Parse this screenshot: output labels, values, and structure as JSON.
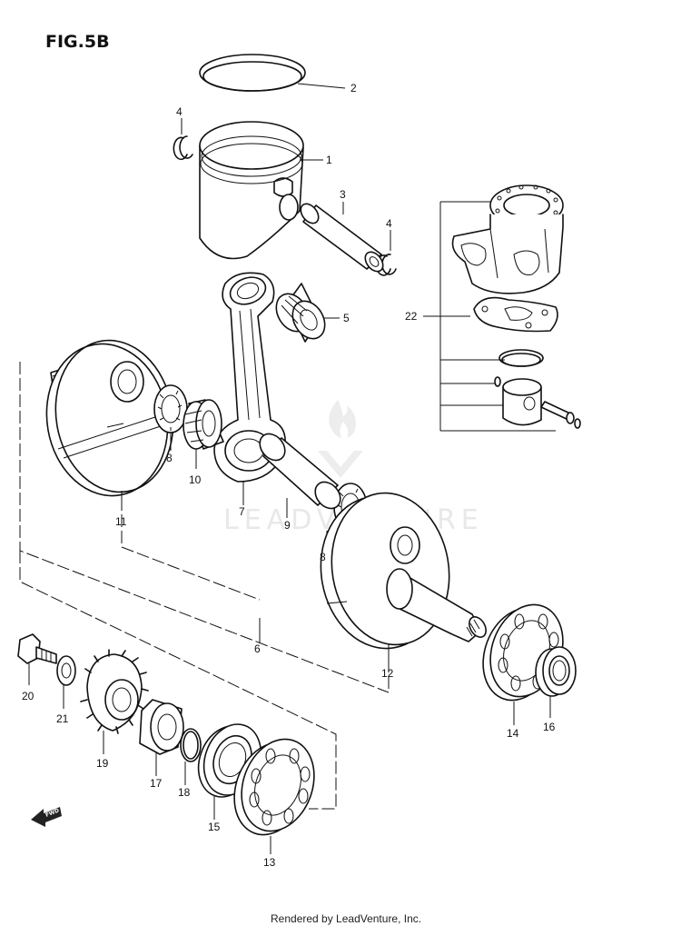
{
  "figure": {
    "title": "FIG.5B",
    "footer": "Rendered by LeadVenture, Inc.",
    "watermark": "LEADVENTURE"
  },
  "callouts": [
    {
      "id": "piston",
      "label": "1"
    },
    {
      "id": "piston-ring",
      "label": "2"
    },
    {
      "id": "piston-pin",
      "label": "3"
    },
    {
      "id": "circlip-left",
      "label": "4"
    },
    {
      "id": "circlip-right",
      "label": "4"
    },
    {
      "id": "needle-bearing-small",
      "label": "5"
    },
    {
      "id": "crankshaft-assembly",
      "label": "6"
    },
    {
      "id": "connecting-rod",
      "label": "7"
    },
    {
      "id": "thrust-washer-left",
      "label": "8"
    },
    {
      "id": "thrust-washer-right",
      "label": "8"
    },
    {
      "id": "crank-pin",
      "label": "9"
    },
    {
      "id": "needle-bearing-big",
      "label": "10"
    },
    {
      "id": "crank-web-left",
      "label": "11"
    },
    {
      "id": "crank-web-right",
      "label": "12"
    },
    {
      "id": "bearing-left",
      "label": "13"
    },
    {
      "id": "bearing-right",
      "label": "14"
    },
    {
      "id": "oil-seal-left",
      "label": "15"
    },
    {
      "id": "oil-seal-right",
      "label": "16"
    },
    {
      "id": "spacer",
      "label": "17"
    },
    {
      "id": "o-ring",
      "label": "18"
    },
    {
      "id": "primary-gear",
      "label": "19"
    },
    {
      "id": "bolt",
      "label": "20"
    },
    {
      "id": "washer",
      "label": "21"
    },
    {
      "id": "cylinder-kit",
      "label": "22"
    }
  ],
  "front_arrow": {
    "label": "FWD",
    "icon": "front-direction-arrow-icon"
  }
}
